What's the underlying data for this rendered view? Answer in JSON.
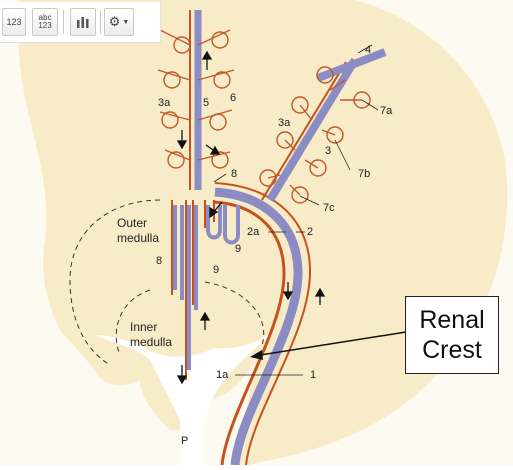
{
  "toolbar": {
    "number_label": "123",
    "abc_label_top": "abc",
    "abc_label_bottom": "123",
    "chart_icon": "bar-chart-icon",
    "settings_icon": "gear-icon",
    "dropdown_icon": "chevron-down-icon"
  },
  "diagram": {
    "labels": {
      "l1": "1",
      "l1a": "1a",
      "l2": "2",
      "l2a": "2a",
      "l3": "3",
      "l3a_left": "3a",
      "l3a_right": "3a",
      "l4": "4",
      "l5": "5",
      "l6": "6",
      "l7a": "7a",
      "l7b": "7b",
      "l7c": "7c",
      "l8_top": "8",
      "l8_bottom": "8",
      "l9_top": "9",
      "l9_bottom": "9",
      "lP": "P"
    },
    "regions": {
      "outer_medulla_line1": "Outer",
      "outer_medulla_line2": "medulla",
      "inner_medulla_line1": "Inner",
      "inner_medulla_line2": "medulla"
    },
    "callout": {
      "line1": "Renal",
      "line2": "Crest"
    },
    "colors": {
      "artery": "#c8501e",
      "vein": "#8c8cc4",
      "glomerulus": "#c05a28",
      "cortex": "#f7ebc6",
      "background": "#ffffff"
    }
  }
}
